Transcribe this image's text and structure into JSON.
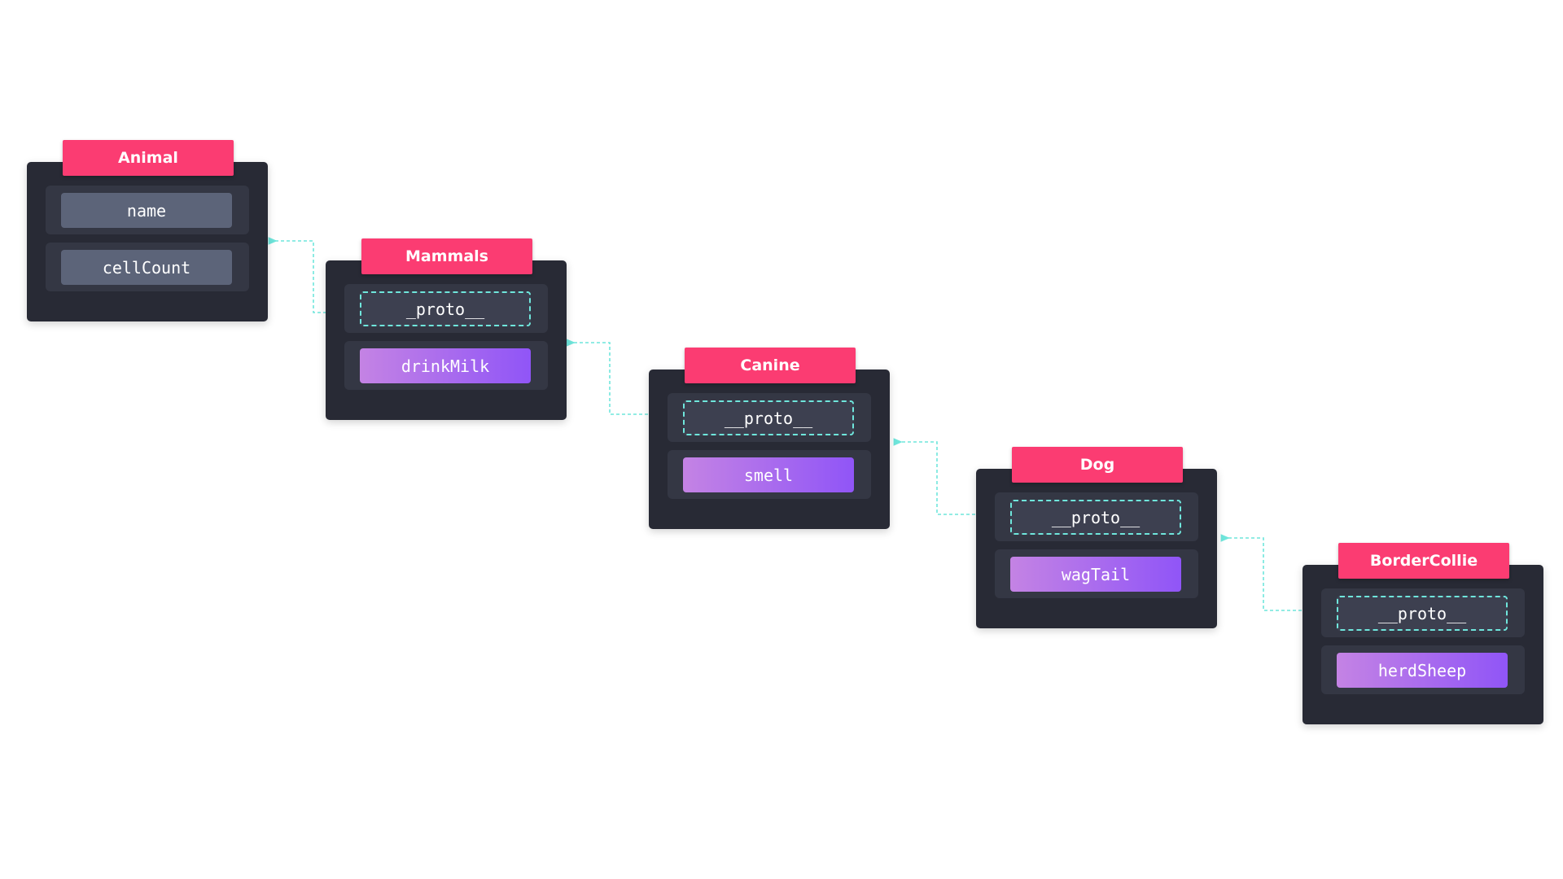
{
  "diagram": {
    "classes": [
      {
        "name": "Animal",
        "first": "name",
        "second": "cellCount"
      },
      {
        "name": "Mammals",
        "first": "_proto__",
        "second": "drinkMilk"
      },
      {
        "name": "Canine",
        "first": "__proto__",
        "second": "smell"
      },
      {
        "name": "Dog",
        "first": "__proto__",
        "second": "wagTail"
      },
      {
        "name": "BorderCollie",
        "first": "__proto__",
        "second": "herdSheep"
      }
    ],
    "colors": {
      "card": "#282a35",
      "slot": "#343744",
      "title": "#fb3c72",
      "property": "#5c6479",
      "method_gradient": [
        "#c483e4",
        "#9055f7"
      ],
      "proto_border": "#6fe6dc"
    },
    "prototype_chain": [
      "BorderCollie",
      "Dog",
      "Canine",
      "Mammals",
      "Animal"
    ]
  }
}
